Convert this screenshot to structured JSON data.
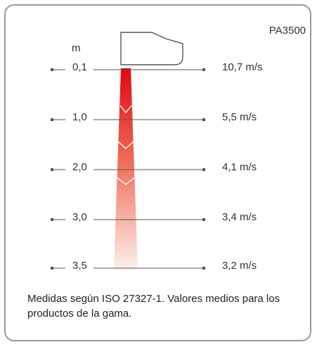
{
  "model": "PA3500",
  "distance_unit": "m",
  "rows": [
    {
      "distance": "0,1",
      "velocity": "10,7 m/s"
    },
    {
      "distance": "1,0",
      "velocity": "5,5 m/s"
    },
    {
      "distance": "2,0",
      "velocity": "4,1 m/s"
    },
    {
      "distance": "3,0",
      "velocity": "3,4 m/s"
    },
    {
      "distance": "3,5",
      "velocity": "3,2 m/s"
    }
  ],
  "note": "Medidas según ISO 27327-1. Valores medios para los productos de la gama.",
  "colors": {
    "jet_top": "#e30613",
    "jet_bottom": "#fce8e2",
    "border": "#9a9a9a",
    "lines": "#555555"
  }
}
